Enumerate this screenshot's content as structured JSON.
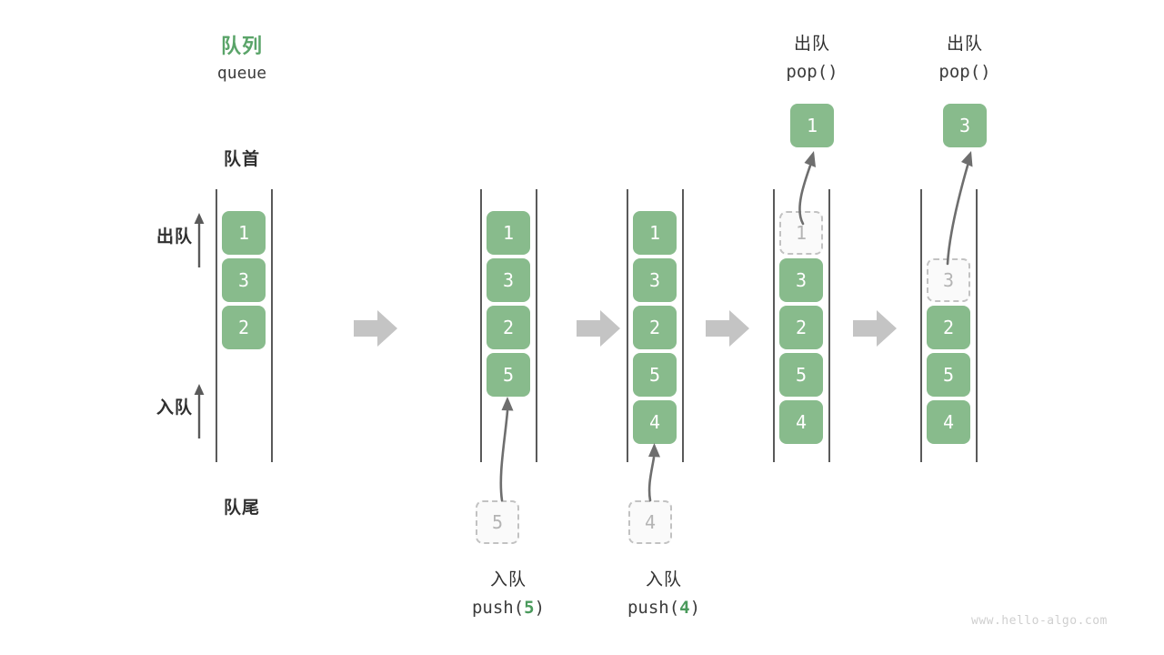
{
  "page": {
    "title_cn": "队列",
    "title_en": "queue",
    "head_label": "队首",
    "tail_label": "队尾",
    "watermark": "www.hello-algo.com",
    "accent_green": "#88bb8c",
    "title_green": "#5aa469",
    "rail_color": "#5a5a5a",
    "ghost_fill": "#fafafa",
    "ghost_border": "#c2c2c2",
    "ghost_text": "#b4b4b4",
    "flow_arrow_color": "#c4c4c4",
    "motion_arrow_color": "#6e6e6e"
  },
  "side_labels": {
    "pop": "出队",
    "push": "入队"
  },
  "icons": {
    "flow_arrow": "flow-arrow-right-icon",
    "up_arrow": "arrow-up-icon",
    "motion_arrow": "curved-arrow-icon"
  },
  "columns": [
    {
      "id": "initial",
      "caption_cn": "",
      "caption_code": "",
      "cells": [
        {
          "value": "1",
          "slot": 0,
          "state": "filled"
        },
        {
          "value": "3",
          "slot": 1,
          "state": "filled"
        },
        {
          "value": "2",
          "slot": 2,
          "state": "filled"
        }
      ]
    },
    {
      "id": "push-5",
      "caption_cn": "入队",
      "caption_code_prefix": "push(",
      "caption_code_arg": "5",
      "caption_code_suffix": ")",
      "incoming_value": "5",
      "cells": [
        {
          "value": "1",
          "slot": 0,
          "state": "filled"
        },
        {
          "value": "3",
          "slot": 1,
          "state": "filled"
        },
        {
          "value": "2",
          "slot": 2,
          "state": "filled"
        },
        {
          "value": "5",
          "slot": 3,
          "state": "filled"
        }
      ]
    },
    {
      "id": "push-4",
      "caption_cn": "入队",
      "caption_code_prefix": "push(",
      "caption_code_arg": "4",
      "caption_code_suffix": ")",
      "incoming_value": "4",
      "cells": [
        {
          "value": "1",
          "slot": 0,
          "state": "filled"
        },
        {
          "value": "3",
          "slot": 1,
          "state": "filled"
        },
        {
          "value": "2",
          "slot": 2,
          "state": "filled"
        },
        {
          "value": "5",
          "slot": 3,
          "state": "filled"
        },
        {
          "value": "4",
          "slot": 4,
          "state": "filled"
        }
      ]
    },
    {
      "id": "pop-1",
      "caption_cn": "出队",
      "caption_code_prefix": "pop(",
      "caption_code_arg": "",
      "caption_code_suffix": ")",
      "popped_value": "1",
      "cells": [
        {
          "value": "1",
          "slot": 0,
          "state": "ghost"
        },
        {
          "value": "3",
          "slot": 1,
          "state": "filled"
        },
        {
          "value": "2",
          "slot": 2,
          "state": "filled"
        },
        {
          "value": "5",
          "slot": 3,
          "state": "filled"
        },
        {
          "value": "4",
          "slot": 4,
          "state": "filled"
        }
      ]
    },
    {
      "id": "pop-3",
      "caption_cn": "出队",
      "caption_code_prefix": "pop(",
      "caption_code_arg": "",
      "caption_code_suffix": ")",
      "popped_value": "3",
      "cells": [
        {
          "value": "3",
          "slot": 1,
          "state": "ghost"
        },
        {
          "value": "2",
          "slot": 2,
          "state": "filled"
        },
        {
          "value": "5",
          "slot": 3,
          "state": "filled"
        },
        {
          "value": "4",
          "slot": 4,
          "state": "filled"
        }
      ]
    }
  ]
}
